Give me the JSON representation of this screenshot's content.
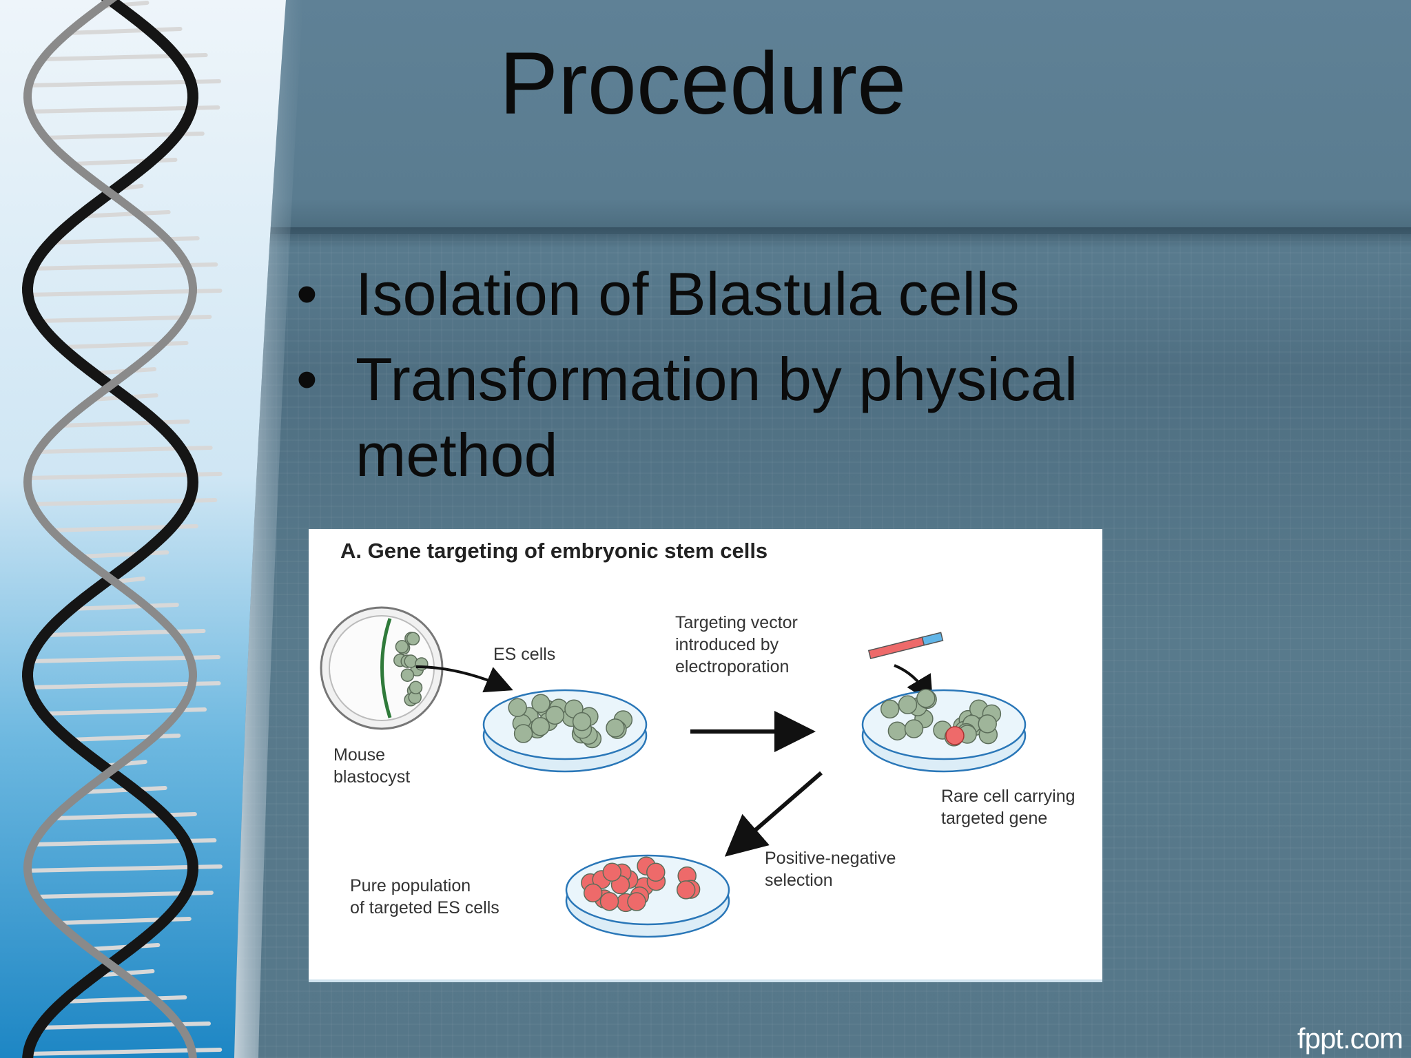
{
  "slide": {
    "title": "Procedure",
    "bullets": [
      "Isolation of Blastula cells",
      "Transformation by physical method"
    ],
    "bullet_glyph": "•"
  },
  "figure": {
    "title": "A.  Gene targeting of embryonic stem cells",
    "labels": {
      "mouse_blastocyst": [
        "Mouse",
        "blastocyst"
      ],
      "es_cells": "ES cells",
      "targeting_vector": [
        "Targeting vector",
        "introduced by",
        "electroporation"
      ],
      "rare_cell": [
        "Rare cell carrying",
        "targeted gene"
      ],
      "selection": [
        "Positive-negative",
        "selection"
      ],
      "pure_population": [
        "Pure population",
        "of targeted ES cells"
      ]
    }
  },
  "watermark": "fppt.com",
  "colors": {
    "background": "#587a8c",
    "text": "#0b0b0b",
    "es_cell": "#9fb59a",
    "targeted_cell": "#ee6a6a",
    "dish": "#d8ecf7"
  }
}
